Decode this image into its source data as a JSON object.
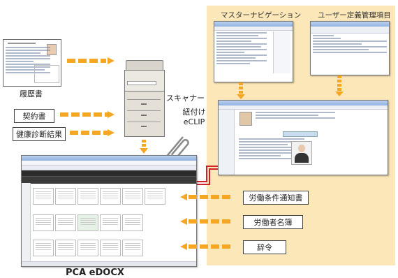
{
  "panel": {
    "title_left": "マスターナビゲーション",
    "title_right": "ユーザー定義管理項目"
  },
  "scanner": {
    "label": "スキャナー"
  },
  "link": {
    "label_line1": "紐付け",
    "label_line2": "eCLIP"
  },
  "inputs": {
    "resume_label": "履歴書",
    "boxes": [
      "契約書",
      "健康診断結果"
    ]
  },
  "outputs": [
    "労働条件通知書",
    "労働者名簿",
    "辞令"
  ],
  "product": {
    "name": "PCA eDOCX"
  },
  "colors": {
    "panel_bg": "#fbe7b8",
    "arrow": "#f5a623",
    "link_line": "#d0202a"
  }
}
